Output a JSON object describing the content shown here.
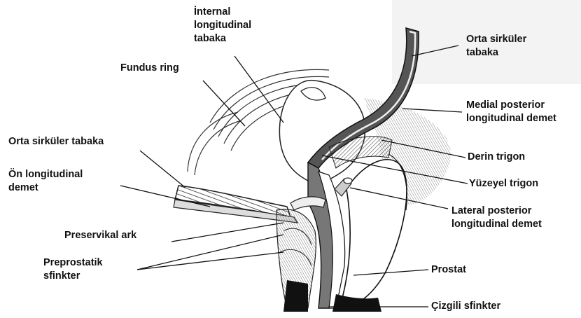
{
  "labels": {
    "internal_longitudinal": "İnternal\nlongitudinal\ntabaka",
    "fundus_ring": "Fundus ring",
    "orta_sirkuler_right": "Orta sirküler\ntabaka",
    "medial_posterior": "Medial posterior\nlongitudinal demet",
    "orta_sirkuler_left": "Orta sirküler tabaka",
    "derin_trigon": "Derin trigon",
    "on_longitudinal": "Ön longitudinal\ndemet",
    "yuzeyel_trigon": "Yüzeyel trigon",
    "lateral_posterior": "Lateral posterior\nlongitudinal demet",
    "preservikal_ark": "Preservikal ark",
    "preprostatik": "Preprostatik\nsfinkter",
    "prostat": "Prostat",
    "cizgili_sfinkter": "Çizgili sfinkter"
  }
}
